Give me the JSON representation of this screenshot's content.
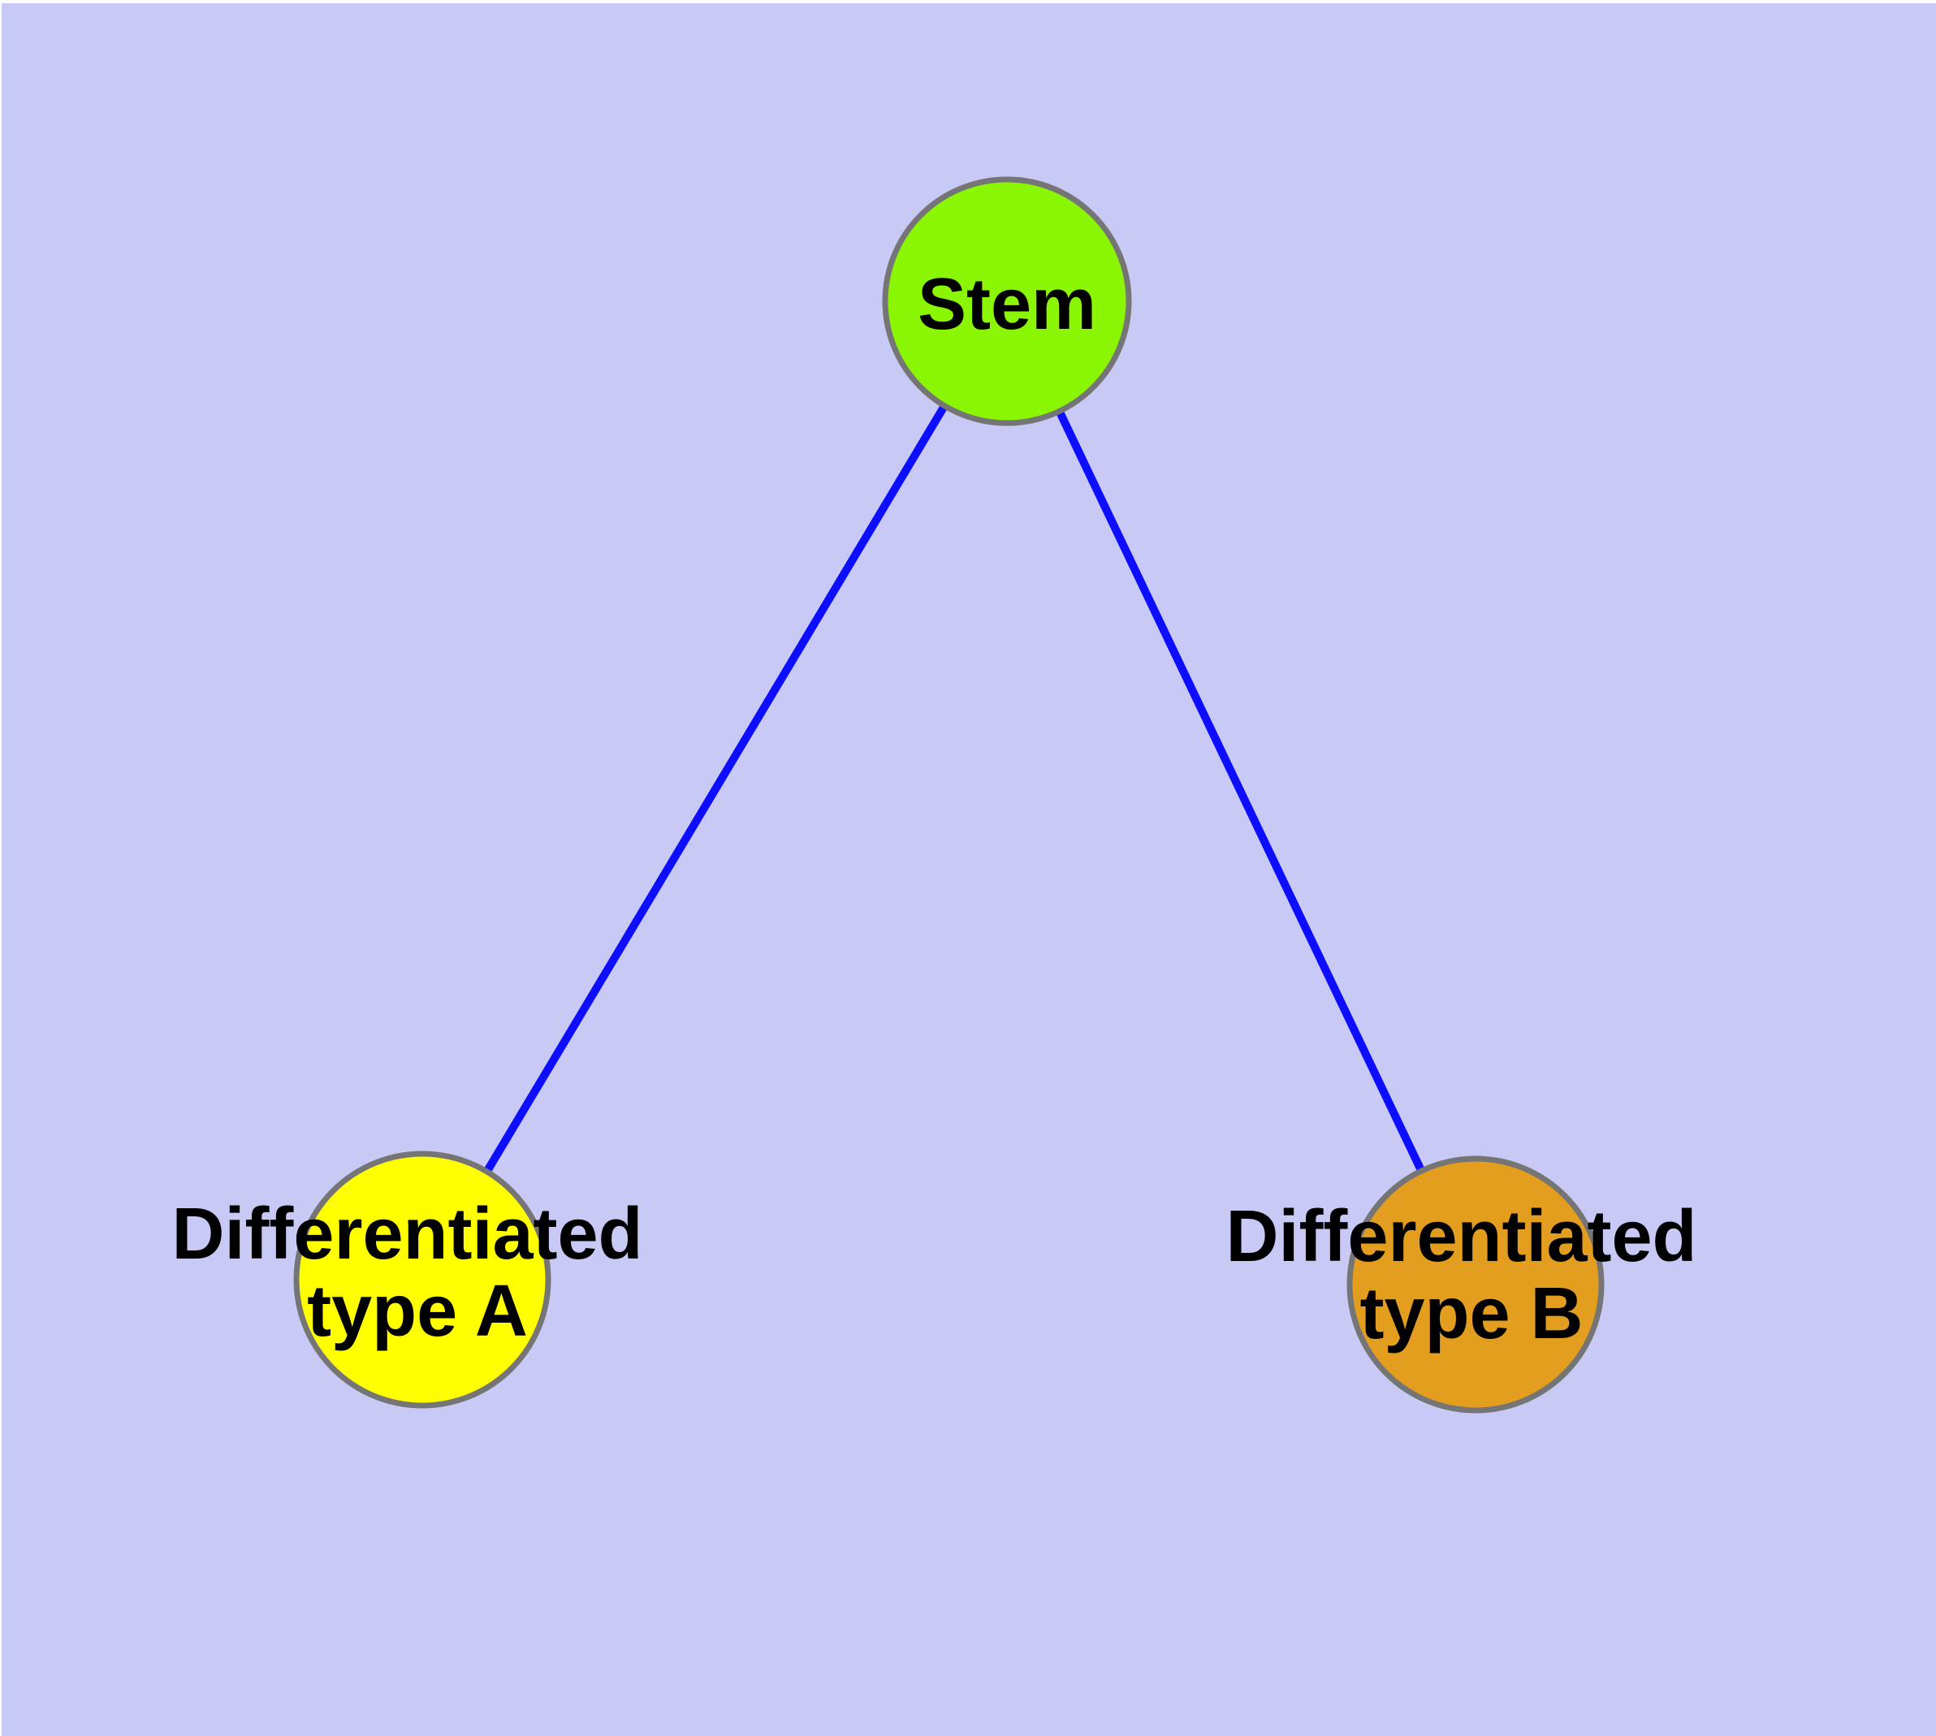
{
  "diagram": {
    "background_color": "#c9c9f6",
    "page_margin_color": "#ffffff",
    "edge_color": "#0d0dff",
    "node_border_color": "#757575",
    "label_color": "#000000",
    "nodes": [
      {
        "id": "stem",
        "label": "Stem",
        "lines": [
          "Stem"
        ],
        "fill_color": "#8bf603"
      },
      {
        "id": "differentiated-type-a",
        "label": "Differentiated type A",
        "lines": [
          "Differentiated",
          "type A"
        ],
        "fill_color": "#ffff00"
      },
      {
        "id": "differentiated-type-b",
        "label": "Differentiated type B",
        "lines": [
          "Differentiated",
          "type B"
        ],
        "fill_color": "#e49e1f"
      }
    ],
    "edges": [
      {
        "from": "Stem",
        "to": "Differentiated type A"
      },
      {
        "from": "Stem",
        "to": "Differentiated type B"
      }
    ]
  }
}
